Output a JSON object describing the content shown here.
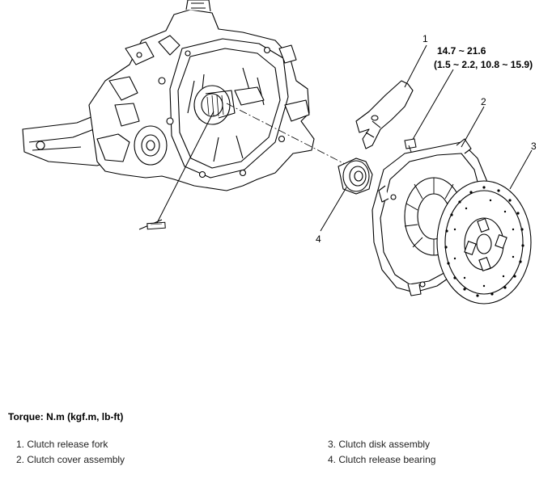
{
  "callouts": {
    "c1": "1",
    "c2": "2",
    "c3": "3",
    "c4": "4"
  },
  "torque_spec": {
    "line1": "14.7 ~ 21.6",
    "line2": "(1.5 ~ 2.2, 10.8 ~ 15.9)"
  },
  "torque_heading": "Torque: N.m (kgf.m, lb-ft)",
  "legend": [
    "1. Clutch release fork",
    "2. Clutch cover assembly",
    "3. Clutch disk assembly",
    "4. Clutch release bearing"
  ]
}
